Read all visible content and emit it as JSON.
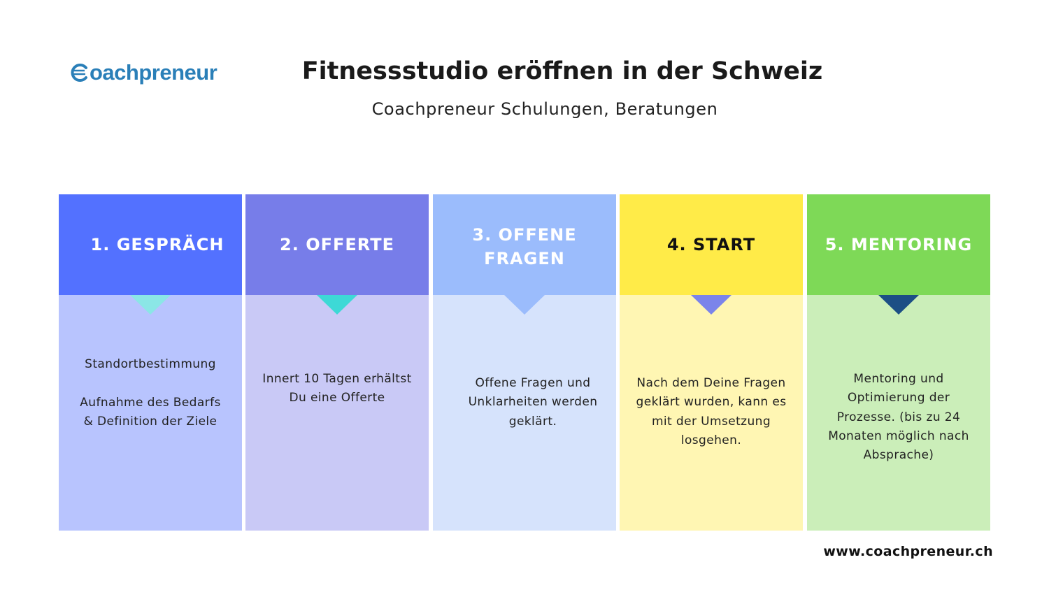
{
  "logo": {
    "text": "oachpreneur",
    "icon": "c-globe-icon",
    "color": "#2a7fb8"
  },
  "title": "Fitnessstudio eröffnen in der Schweiz",
  "subtitle": "Coachpreneur Schulungen, Beratungen",
  "steps": [
    {
      "heading": "1. GESPRÄCH",
      "text": "Standortbestimmung\n\nAufnahme des Bedarfs\n& Definition der Ziele",
      "head_color": "#5371ff",
      "body_color": "#b8c4fe",
      "arrow_color": "#8be6e6",
      "heading_color": "#ffffff"
    },
    {
      "heading": "2. OFFERTE",
      "text": "Innert 10 Tagen erhältst\nDu eine Offerte",
      "head_color": "#777de9",
      "body_color": "#c9c9f6",
      "arrow_color": "#3dd9d6",
      "heading_color": "#ffffff"
    },
    {
      "heading": "3. OFFENE\nFRAGEN",
      "text": "Offene Fragen und\nUnklarheiten werden\ngeklärt.",
      "head_color": "#9bbcfc",
      "body_color": "#d6e3fc",
      "arrow_color": "#9bbcfc",
      "heading_color": "#ffffff"
    },
    {
      "heading": "4. START",
      "text": "Nach dem Deine Fragen\ngeklärt wurden, kann es\nmit der Umsetzung\nlosgehen.",
      "head_color": "#ffeb48",
      "body_color": "#fff6b3",
      "arrow_color": "#7b84ea",
      "heading_color": "#111111"
    },
    {
      "heading": "5. MENTORING",
      "text": "Mentoring und\nOptimierung der\nProzesse. (bis zu 24\nMonaten möglich nach\nAbsprache)",
      "head_color": "#7ed957",
      "body_color": "#cbeeb9",
      "arrow_color": "#1c4f85",
      "heading_color": "#ffffff"
    }
  ],
  "footer": "www.coachpreneur.ch"
}
